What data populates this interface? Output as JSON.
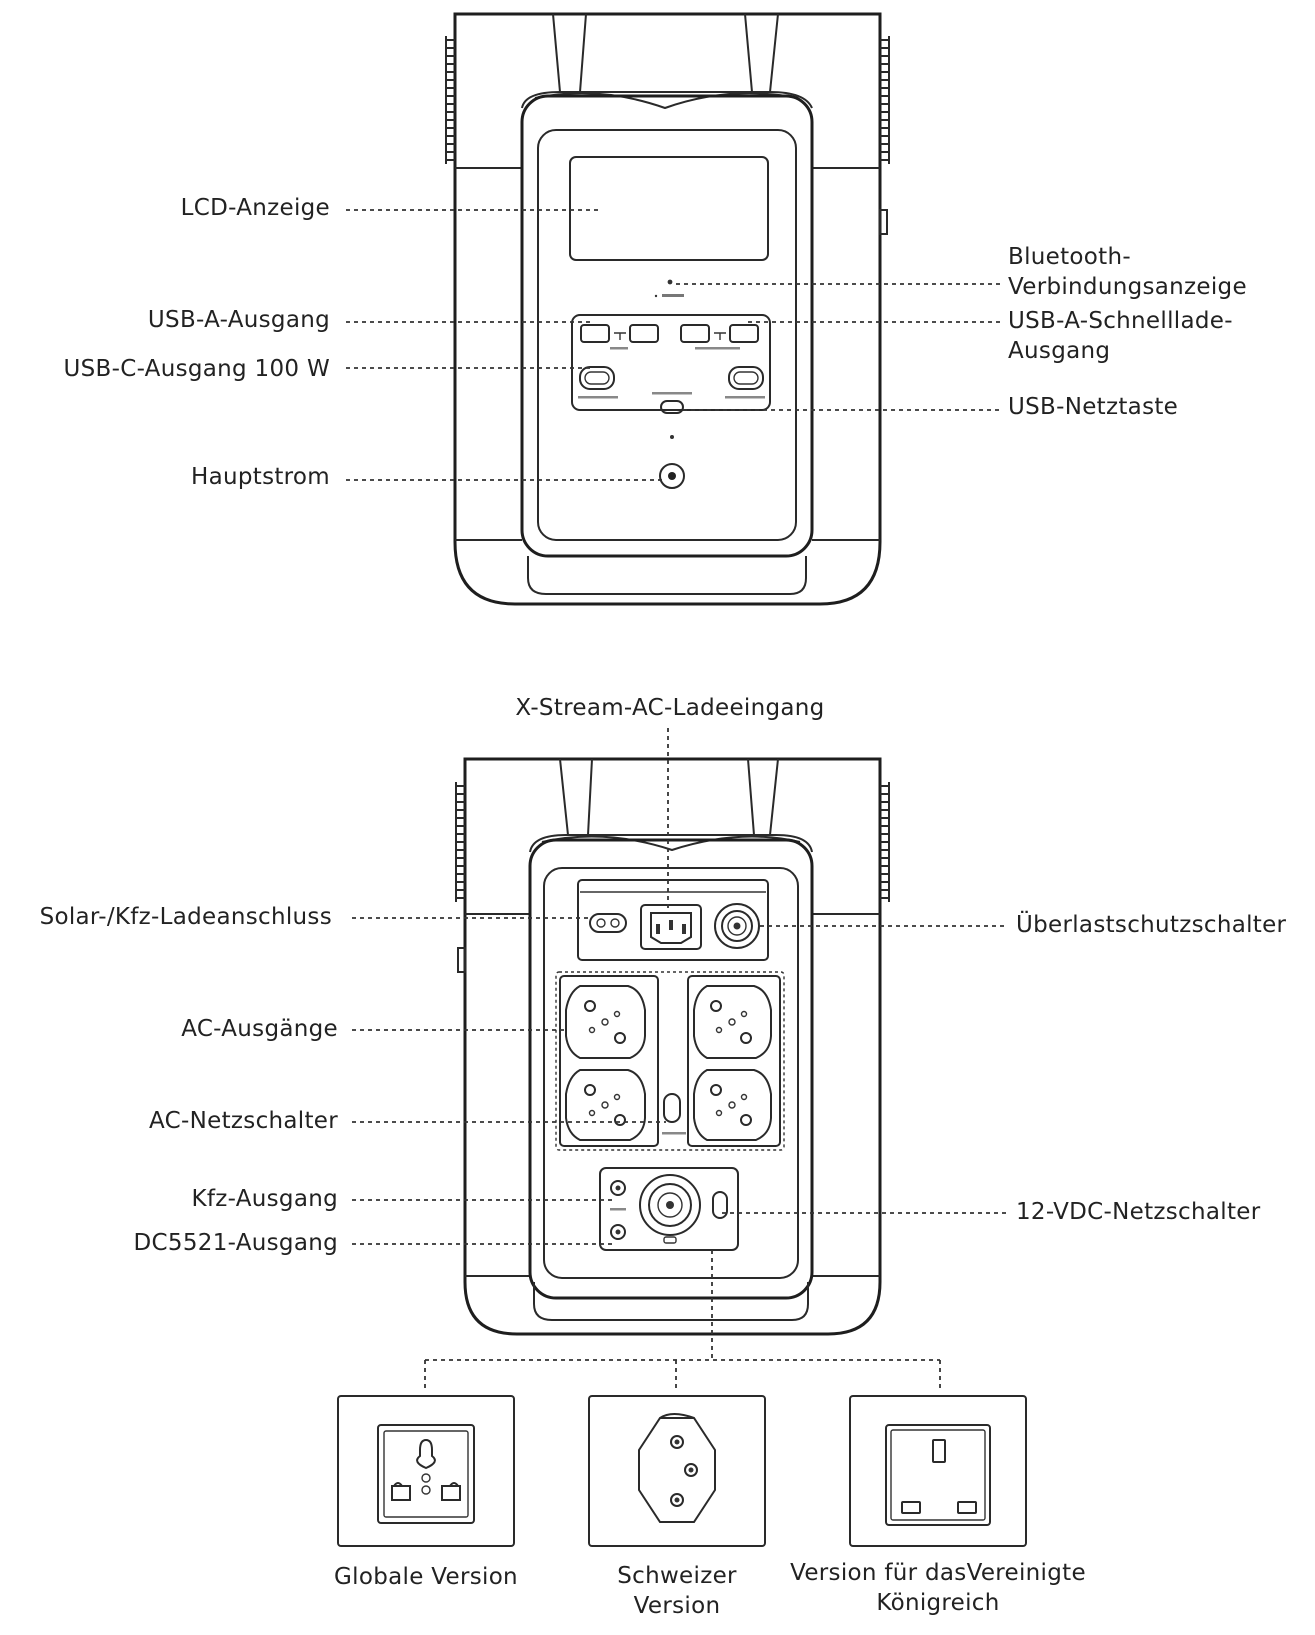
{
  "front_labels": {
    "lcd": "LCD-Anzeige",
    "bluetooth_line1": "Bluetooth-",
    "bluetooth_line2": "Verbindungsanzeige",
    "usb_a": "USB-A-Ausgang",
    "usb_a_fast_line1": "USB-A-Schnelllade-",
    "usb_a_fast_line2": "Ausgang",
    "usb_c": "USB-C-Ausgang 100 W",
    "usb_power": "USB-Netztaste",
    "main_power": "Hauptstrom"
  },
  "rear_labels": {
    "x_stream": "X-Stream-AC-Ladeeingang",
    "solar": "Solar-/Kfz-Ladeanschluss",
    "overload": "Überlastschutzschalter",
    "ac_outputs": "AC-Ausgänge",
    "ac_switch": "AC-Netzschalter",
    "car_output": "Kfz-Ausgang",
    "dc5521": "DC5521-Ausgang",
    "dc_switch": "12-VDC-Netzschalter"
  },
  "versions": {
    "global": "Globale Version",
    "swiss_line1": "Schweizer",
    "swiss_line2": "Version",
    "uk_line1": "Version für dasVereinigte",
    "uk_line2": "Königreich"
  }
}
